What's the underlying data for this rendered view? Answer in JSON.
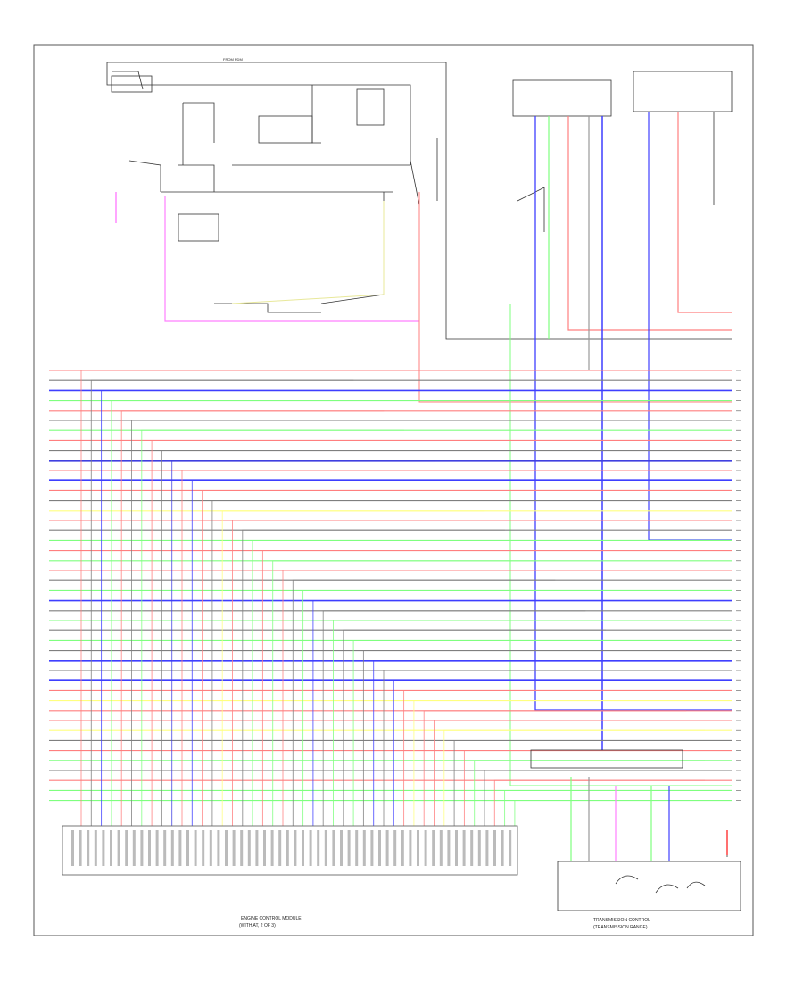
{
  "diagram": {
    "footer_left": "",
    "ecm_label_line1": "ENGINE CONTROL MODULE",
    "ecm_label_line2": "(WITH AT, 2 OF 3)",
    "tcm_label_line1": "TRANSMISSION CONTROL",
    "tcm_label_line2": "(TRANSMISSION RANGE)",
    "top_bus_label": "FROM PDM",
    "colors": {
      "red": "#ff7f7f",
      "green": "#7fff7f",
      "blue": "#3f3fff",
      "pink": "#ff7fff",
      "yellow": "#ffff7f",
      "gray": "#7f7f7f",
      "black": "#333333",
      "darkblue": "#4040e0"
    },
    "bus_colors": [
      "red",
      "gray",
      "blue",
      "green",
      "red",
      "gray",
      "green",
      "red",
      "gray",
      "darkblue",
      "red",
      "blue",
      "red",
      "gray",
      "yellow",
      "red",
      "gray",
      "green",
      "red",
      "green",
      "red",
      "gray",
      "green",
      "blue",
      "gray",
      "green",
      "gray",
      "green",
      "gray",
      "blue",
      "gray",
      "blue",
      "red",
      "yellow",
      "red",
      "red",
      "yellow",
      "gray",
      "red",
      "green",
      "gray",
      "red",
      "green",
      "green"
    ]
  }
}
